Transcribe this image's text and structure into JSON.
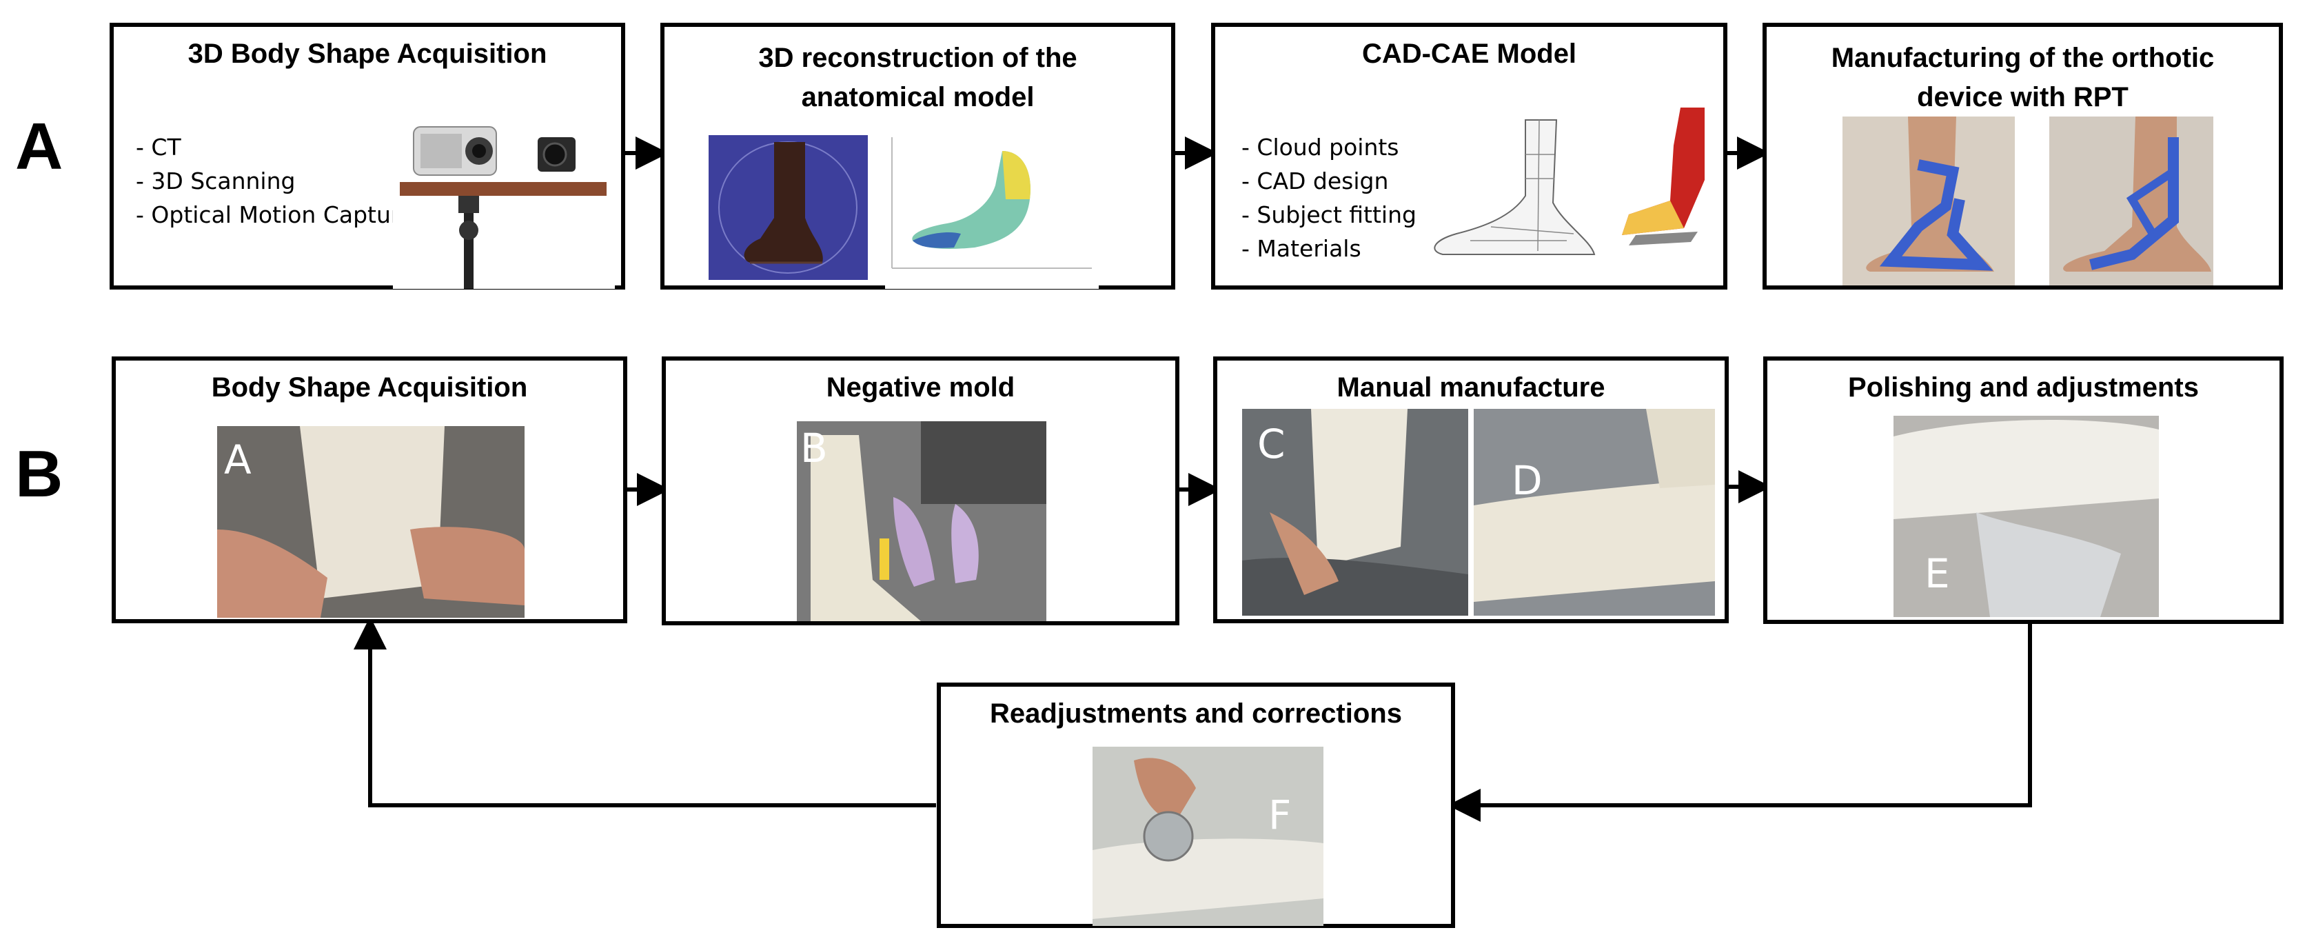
{
  "rows": {
    "a": {
      "label": "A",
      "boxes": [
        {
          "title": "3D Body Shape Acquisition",
          "bullets": [
            "- CT",
            "- 3D Scanning",
            "- Optical Motion  Capture"
          ]
        },
        {
          "title_line1": "3D reconstruction of the",
          "title_line2": "anatomical model"
        },
        {
          "title": "CAD-CAE Model",
          "bullets": [
            "- Cloud points",
            "- CAD design",
            "- Subject fitting",
            "- Materials"
          ]
        },
        {
          "title_line1": "Manufacturing of the orthotic",
          "title_line2": "device with RPT"
        }
      ]
    },
    "b": {
      "label": "B",
      "boxes": [
        {
          "title": "Body Shape Acquisition",
          "photo_letter": "A"
        },
        {
          "title": "Negative mold",
          "photo_letter": "B"
        },
        {
          "title": "Manual manufacture",
          "photo_letters": [
            "C",
            "D"
          ]
        },
        {
          "title": "Polishing and adjustments",
          "photo_letter": "E"
        }
      ]
    }
  },
  "feedback_box": {
    "title": "Readjustments and corrections",
    "photo_letter": "F"
  },
  "icons": [
    "3d-scanner-icon",
    "foot-mesh-icon",
    "foot-point-cloud-icon",
    "foot-cad-icon",
    "orthosis-cad-icon",
    "orthosis-worn-icon"
  ],
  "colors": {
    "border": "#000000",
    "orthosis_blue": "#3a5fcd",
    "cad_red": "#c8241f",
    "mesh_bg": "#3d3f9c"
  }
}
